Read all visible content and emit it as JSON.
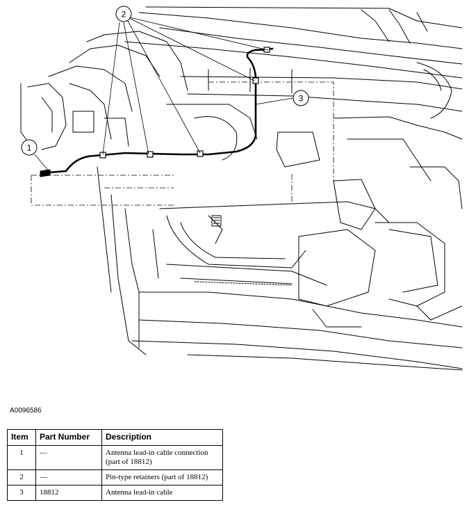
{
  "figure_id": "A0096586",
  "callouts": [
    {
      "label": "1"
    },
    {
      "label": "2"
    },
    {
      "label": "3"
    }
  ],
  "table": {
    "headers": [
      "Item",
      "Part Number",
      "Description"
    ],
    "rows": [
      {
        "item": "1",
        "part_number": "—",
        "description": "Antenna lead-in cable connection (part of 18812)"
      },
      {
        "item": "2",
        "part_number": "—",
        "description": "Pin-type retainers (part of 18812)"
      },
      {
        "item": "3",
        "part_number": "18812",
        "description": "Antenna lead-in cable"
      }
    ]
  }
}
